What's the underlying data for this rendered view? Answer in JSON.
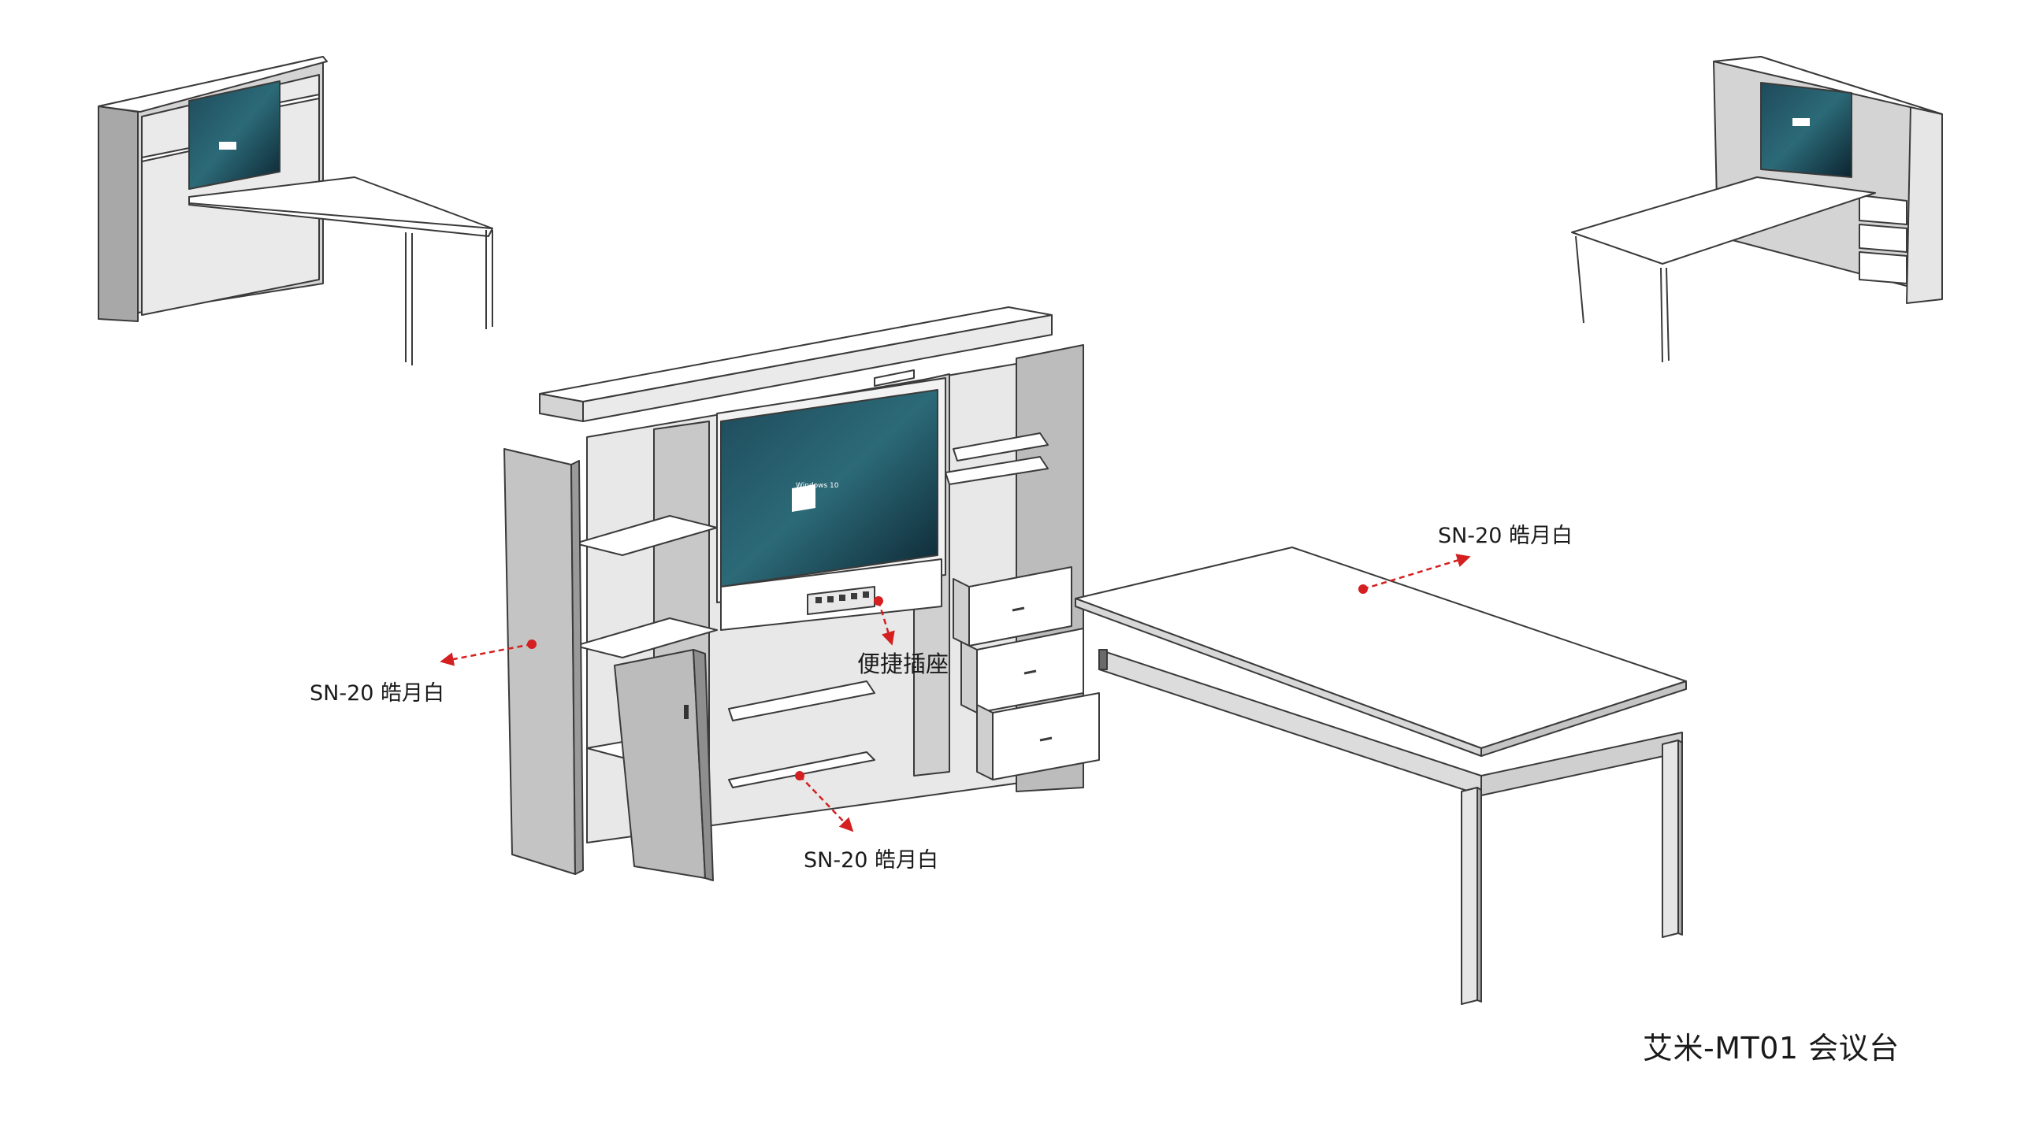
{
  "diagram": {
    "title": "艾米-MT01 会议台",
    "screen_logo_text": "Windows 10",
    "callouts": {
      "left_door": "SN-20 皓月白",
      "inner_shelf": "SN-20 皓月白",
      "table_top": "SN-20 皓月白",
      "socket": "便捷插座"
    },
    "colors": {
      "panel_light": "#ffffff",
      "panel_mid": "#d4d4d4",
      "panel_dark": "#a8a8a8",
      "edge": "#3a3a3a",
      "screen_bg": "#123848",
      "callout": "#d42020"
    }
  }
}
